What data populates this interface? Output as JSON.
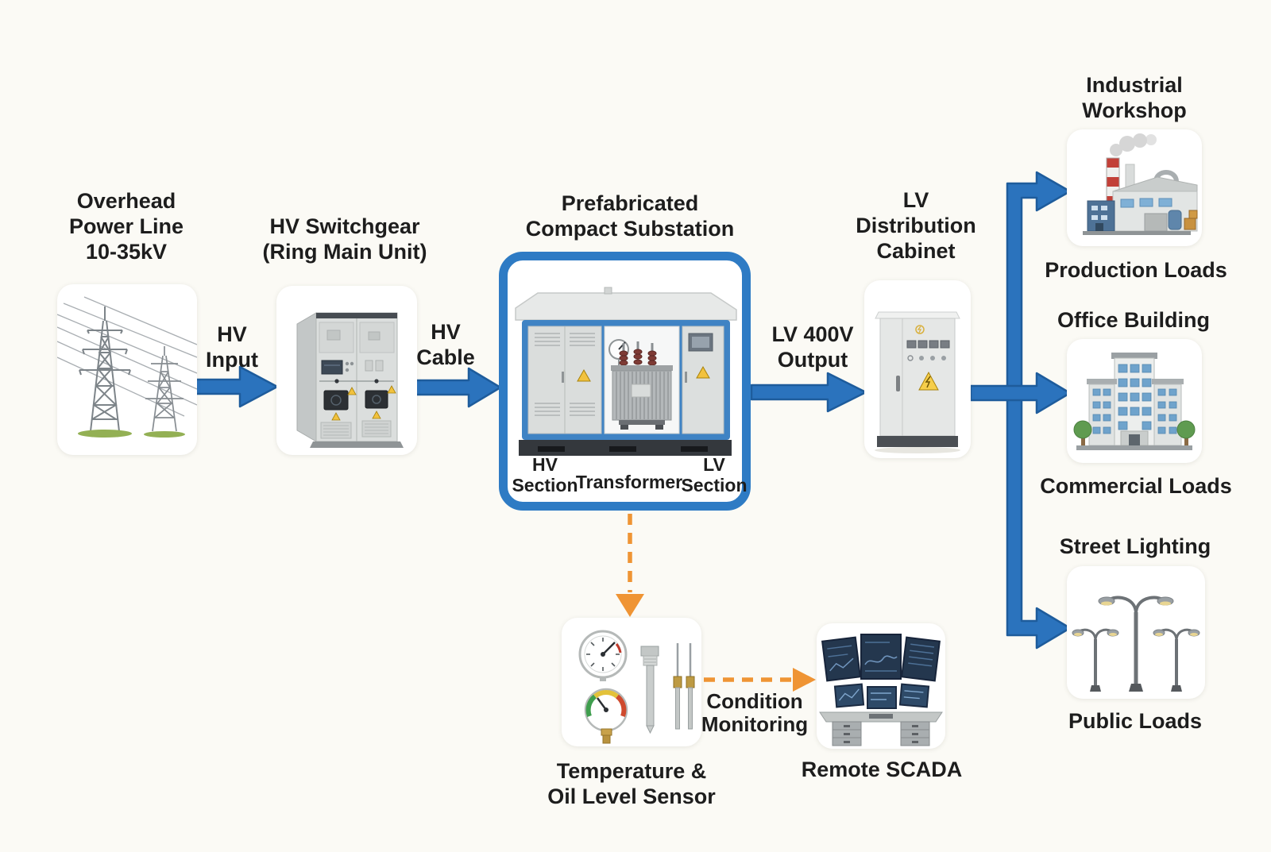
{
  "colors": {
    "background": "#fbfaf5",
    "text": "#1d1d1d",
    "arrow_blue": "#2b73bd",
    "arrow_blue_outline": "#1e5c9c",
    "substation_border_blue": "#2e7bc4",
    "monitoring_orange": "#ef9434",
    "warning_yellow": "#f2c23e",
    "card_bg": "#ffffff"
  },
  "labels": {
    "overhead": [
      "Overhead",
      "Power Line",
      "10-35kV"
    ],
    "hv_input": [
      "HV",
      "Input"
    ],
    "switchgear": [
      "HV Switchgear",
      "(Ring Main Unit)"
    ],
    "hv_cable": [
      "HV",
      "Cable"
    ],
    "substation": [
      "Prefabricated",
      "Compact Substation"
    ],
    "section_hv": [
      "HV",
      "Section"
    ],
    "section_transformer": "Transformer",
    "section_lv": [
      "LV",
      "Section"
    ],
    "lv_output": [
      "LV 400V",
      "Output"
    ],
    "lv_cabinet": [
      "LV",
      "Distribution",
      "Cabinet"
    ],
    "industrial": [
      "Industrial",
      "Workshop"
    ],
    "industrial_load": "Production Loads",
    "office": "Office Building",
    "office_load": "Commercial Loads",
    "street": "Street Lighting",
    "street_load": "Public Loads",
    "sensor": [
      "Temperature &",
      "Oil Level Sensor"
    ],
    "monitoring": [
      "Condition",
      "Monitoring"
    ],
    "scada": "Remote SCADA"
  }
}
